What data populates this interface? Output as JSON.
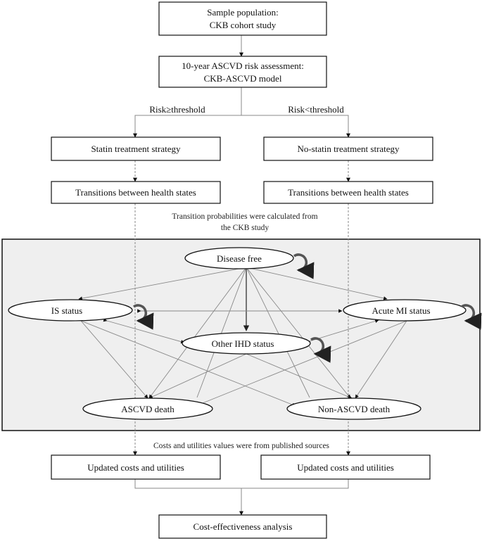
{
  "boxes": {
    "sample_population": [
      "Sample population:",
      "CKB cohort study"
    ],
    "risk_assessment": [
      "10-year ASCVD risk assessment:",
      "CKB-ASCVD model"
    ],
    "statin": "Statin treatment strategy",
    "no_statin": "No-statin treatment strategy",
    "transitions_left": "Transitions between health states",
    "transitions_right": "Transitions between health states",
    "updated_left": "Updated costs and utilities",
    "updated_right": "Updated costs and utilities",
    "cea": "Cost-effectiveness analysis"
  },
  "labels": {
    "risk_high": "Risk≥threshold",
    "risk_low": "Risk<threshold"
  },
  "notes": {
    "transition_prob": [
      "Transition probabilities were calculated from",
      "the CKB study"
    ],
    "costs_sources": "Costs and utilities values were from published sources"
  },
  "states": {
    "disease_free": "Disease free",
    "is_status": "IS status",
    "acute_mi": "Acute MI status",
    "other_ihd": "Other IHD status",
    "ascvd_death": "ASCVD death",
    "non_ascvd_death": "Non-ASCVD death"
  },
  "colors": {
    "panel_fill": "#efefef",
    "line": "#888888",
    "dark_line": "#222222"
  }
}
